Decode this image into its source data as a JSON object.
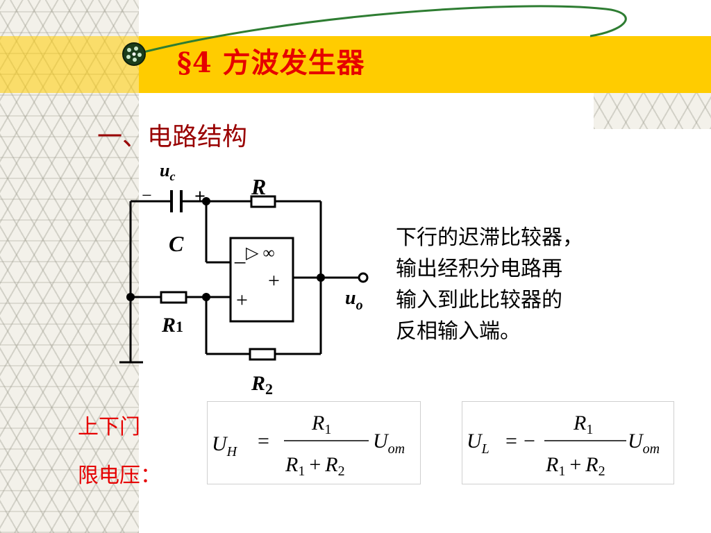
{
  "title": "§4  方波发生器",
  "section_heading": "一、电路结构",
  "description_lines": [
    "下行的迟滞比较器，",
    "输出经积分电路再",
    "输入到此比较器的",
    "反相输入端。"
  ],
  "threshold_label_lines": [
    "上下门",
    "限电压："
  ],
  "circuit": {
    "capacitor_voltage_symbol": "u",
    "capacitor_voltage_sub": "c",
    "capacitor_minus": "−",
    "capacitor_plus": "+",
    "capacitor_label": "C",
    "resistor_R_label": "R",
    "resistor_R1_label": "R",
    "resistor_R1_sub": "1",
    "resistor_R2_label": "R",
    "resistor_R2_sub": "2",
    "opamp_symbol": "▷ ∞",
    "opamp_inverting": "−",
    "opamp_noninverting": "+",
    "opamp_output_plus": "+",
    "output_symbol": "u",
    "output_sub": "o"
  },
  "formula_upper": {
    "lhs": "U",
    "lhs_sub": "H",
    "eq": "=",
    "sign": "",
    "numerator": "R",
    "numerator_sub": "1",
    "den_a": "R",
    "den_a_sub": "1",
    "den_plus": "+",
    "den_b": "R",
    "den_b_sub": "2",
    "factor": "U",
    "factor_sub": "om"
  },
  "formula_lower": {
    "lhs": "U",
    "lhs_sub": "L",
    "eq": "=",
    "sign": "−",
    "numerator": "R",
    "numerator_sub": "1",
    "den_a": "R",
    "den_a_sub": "1",
    "den_plus": "+",
    "den_b": "R",
    "den_b_sub": "2",
    "factor": "U",
    "factor_sub": "om"
  },
  "colors": {
    "title": "#e60000",
    "heading": "#990000",
    "band": "#ffcc00",
    "swoosh": "#2e7d32"
  }
}
